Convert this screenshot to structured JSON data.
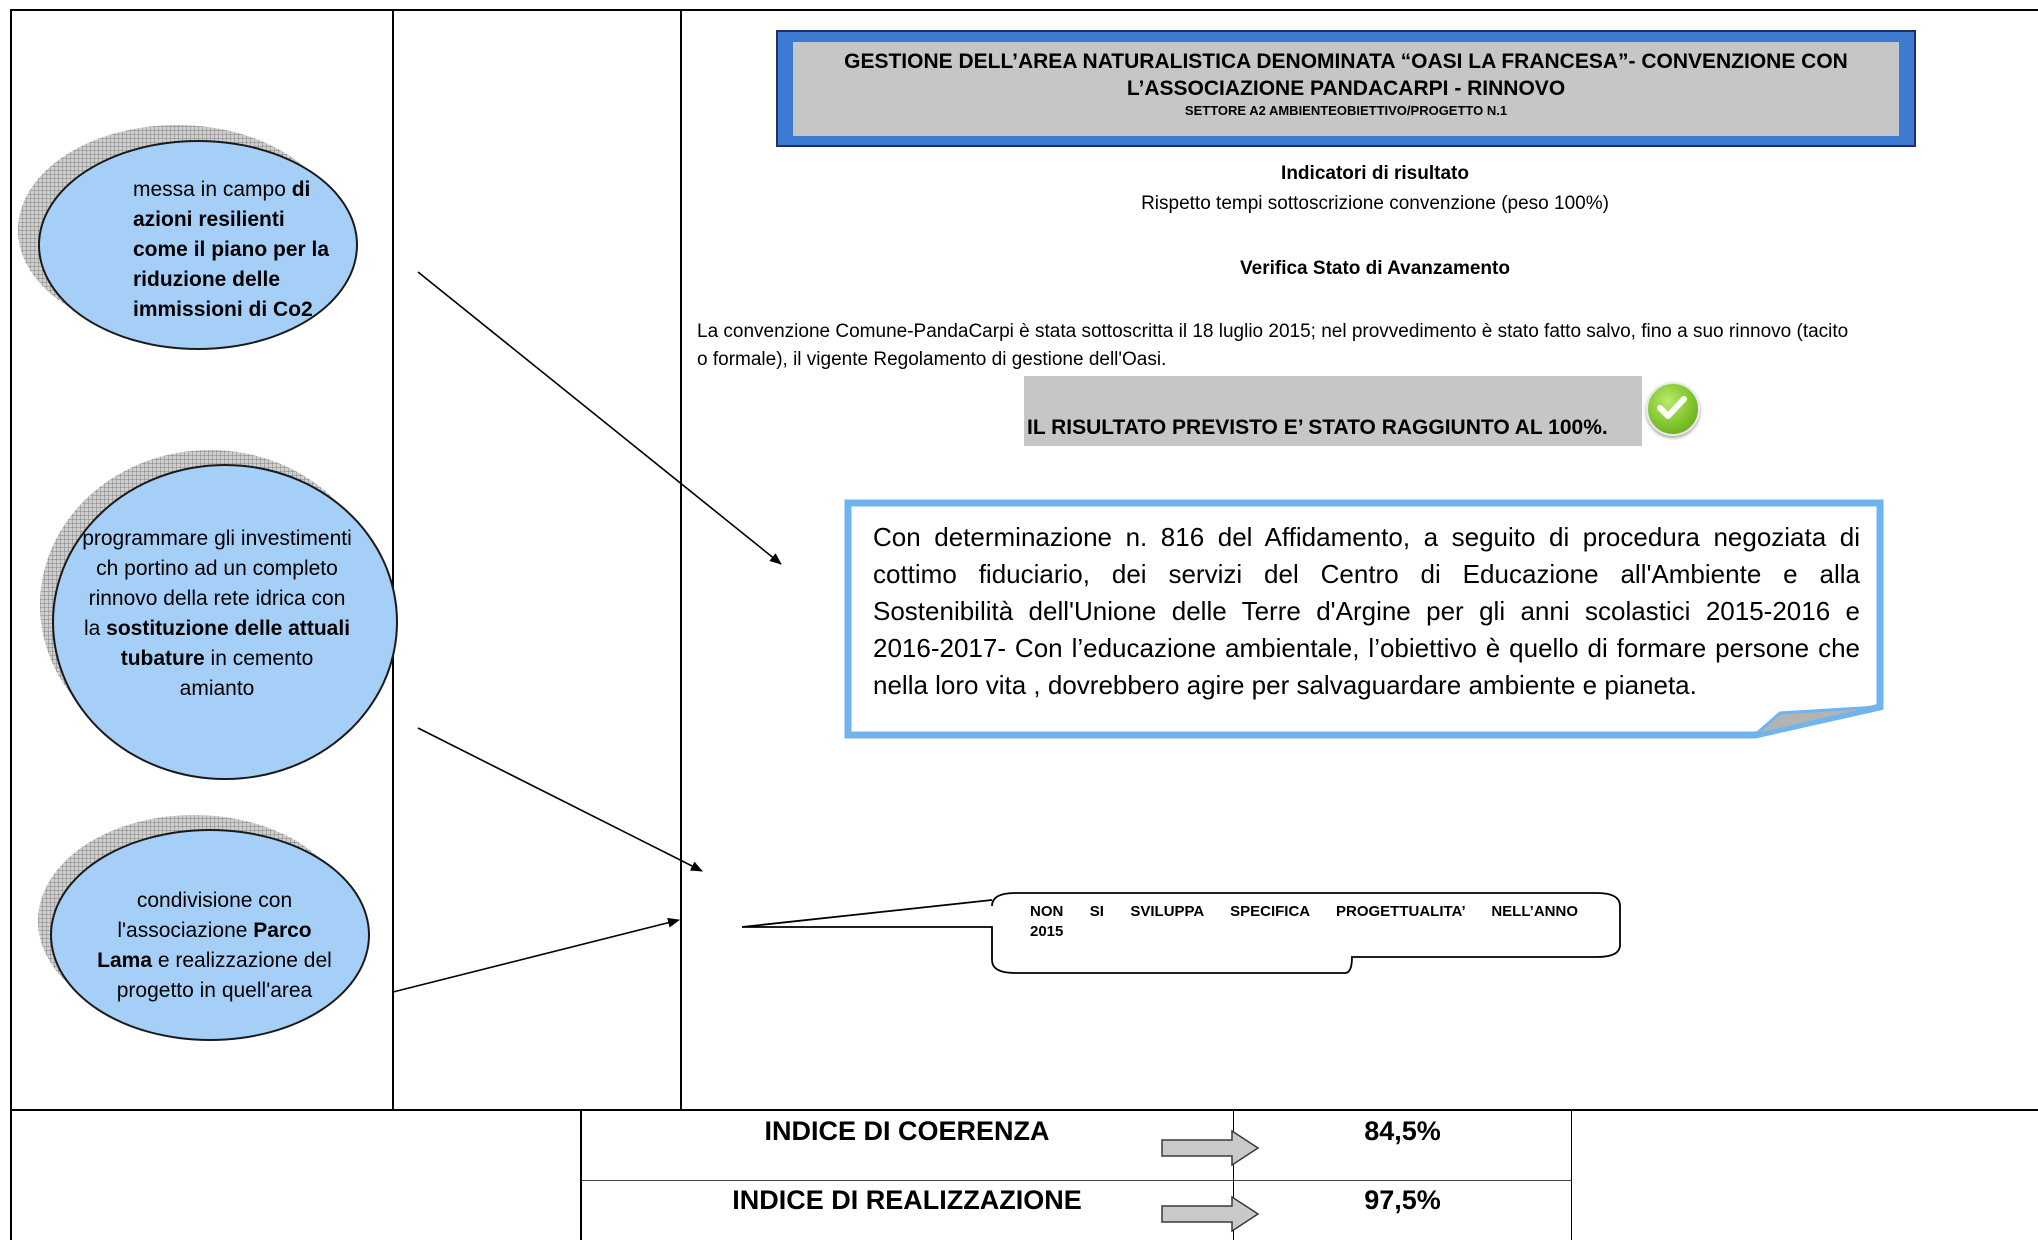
{
  "left_bubbles": [
    {
      "parts": [
        {
          "t": "messa in campo ",
          "b": false
        },
        {
          "t": "di azioni resilienti come il piano per la riduzione delle immissioni di Co2",
          "b": true
        }
      ]
    },
    {
      "parts": [
        {
          "t": "programmare gli investimenti ch portino ad un completo rinnovo della rete idrica con la ",
          "b": false
        },
        {
          "t": "sostituzione delle attuali tubature",
          "b": true
        },
        {
          "t": " in cemento amianto",
          "b": false
        }
      ]
    },
    {
      "parts": [
        {
          "t": "condivisione con l'associazione ",
          "b": false
        },
        {
          "t": "Parco Lama",
          "b": true
        },
        {
          "t": " e realizzazione del progetto in quell'area",
          "b": false
        }
      ]
    }
  ],
  "header": {
    "title_line1": "GESTIONE DELL’AREA NATURALISTICA DENOMINATA “OASI LA FRANCESA”- CONVENZIONE CON",
    "title_line2": "L’ASSOCIAZIONE PANDACARPI - RINNOVO",
    "subtitle": "SETTORE A2 AMBIENTEOBIETTIVO/PROGETTO N.1"
  },
  "indicators": {
    "heading": "Indicatori di risultato",
    "text": "Rispetto tempi sottoscrizione convenzione (peso 100%)"
  },
  "verifica": {
    "heading": "Verifica Stato di Avanzamento",
    "line1": "La convenzione Comune-PandaCarpi è stata sottoscritta il 18 luglio 2015; nel provvedimento è stato fatto salvo, fino a suo rinnovo (tacito",
    "line2": "o formale), il vigente Regolamento di gestione dell'Oasi."
  },
  "result": {
    "text": "IL RISULTATO PREVISTO E’ STATO RAGGIUNTO AL 100%.",
    "icon": "check-circle-icon"
  },
  "callout": {
    "lines": [
      "Con determinazione n. 816 del Affidamento, a seguito di procedura negoziata di",
      "cottimo fiduciario, dei servizi del Centro di Educazione all'Ambiente e alla",
      "Sostenibilità dell'Unione delle Terre d'Argine per gli anni scolastici 2015-2016 e",
      "2016-2017- Con l’educazione ambientale, l’obiettivo è quello di formare persone che",
      "nella loro vita , dovrebbero agire per salvaguardare ambiente e pianeta."
    ]
  },
  "note": {
    "line1": "NON SI SVILUPPA SPECIFICA PROGETTUALITA’ NELL’ANNO",
    "line2": "2015"
  },
  "indices": [
    {
      "label": "INDICE DI COERENZA",
      "value": "84,5%"
    },
    {
      "label": "INDICE DI REALIZZAZIONE",
      "value": "97,5%"
    }
  ],
  "colors": {
    "bubble": "#a6cff8",
    "header_frame": "#3d7bd3",
    "header_fill": "#c6c6c6",
    "callout_border": "#6fb4ef",
    "check": "#7ec42c"
  }
}
